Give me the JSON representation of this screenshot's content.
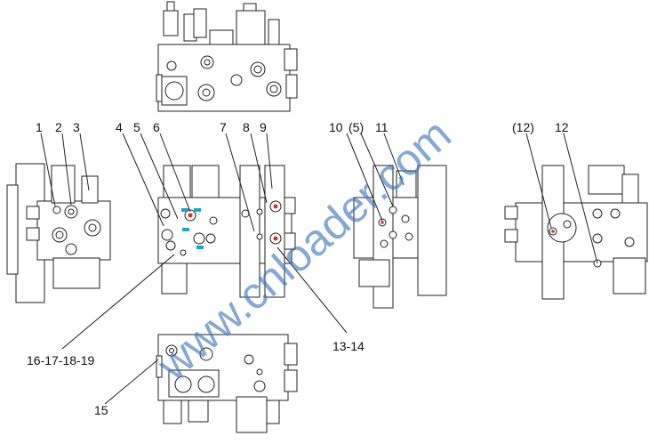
{
  "labels": {
    "l1": "1",
    "l2": "2",
    "l3": "3",
    "l4": "4",
    "l5": "5",
    "l6": "6",
    "l7": "7",
    "l8": "8",
    "l9": "9",
    "l10": "10",
    "l5p": "(5)",
    "l11": "11",
    "l12p": "(12)",
    "l12": "12",
    "l1314": "13-14",
    "l16": "16-17-18-19",
    "l15": "15"
  },
  "watermark": "www.cnloader.com",
  "colors": {
    "line": "#222222",
    "watermark": "#3b73b9",
    "port_red": "#d0312d",
    "port_cyan": "#19a7c8"
  }
}
